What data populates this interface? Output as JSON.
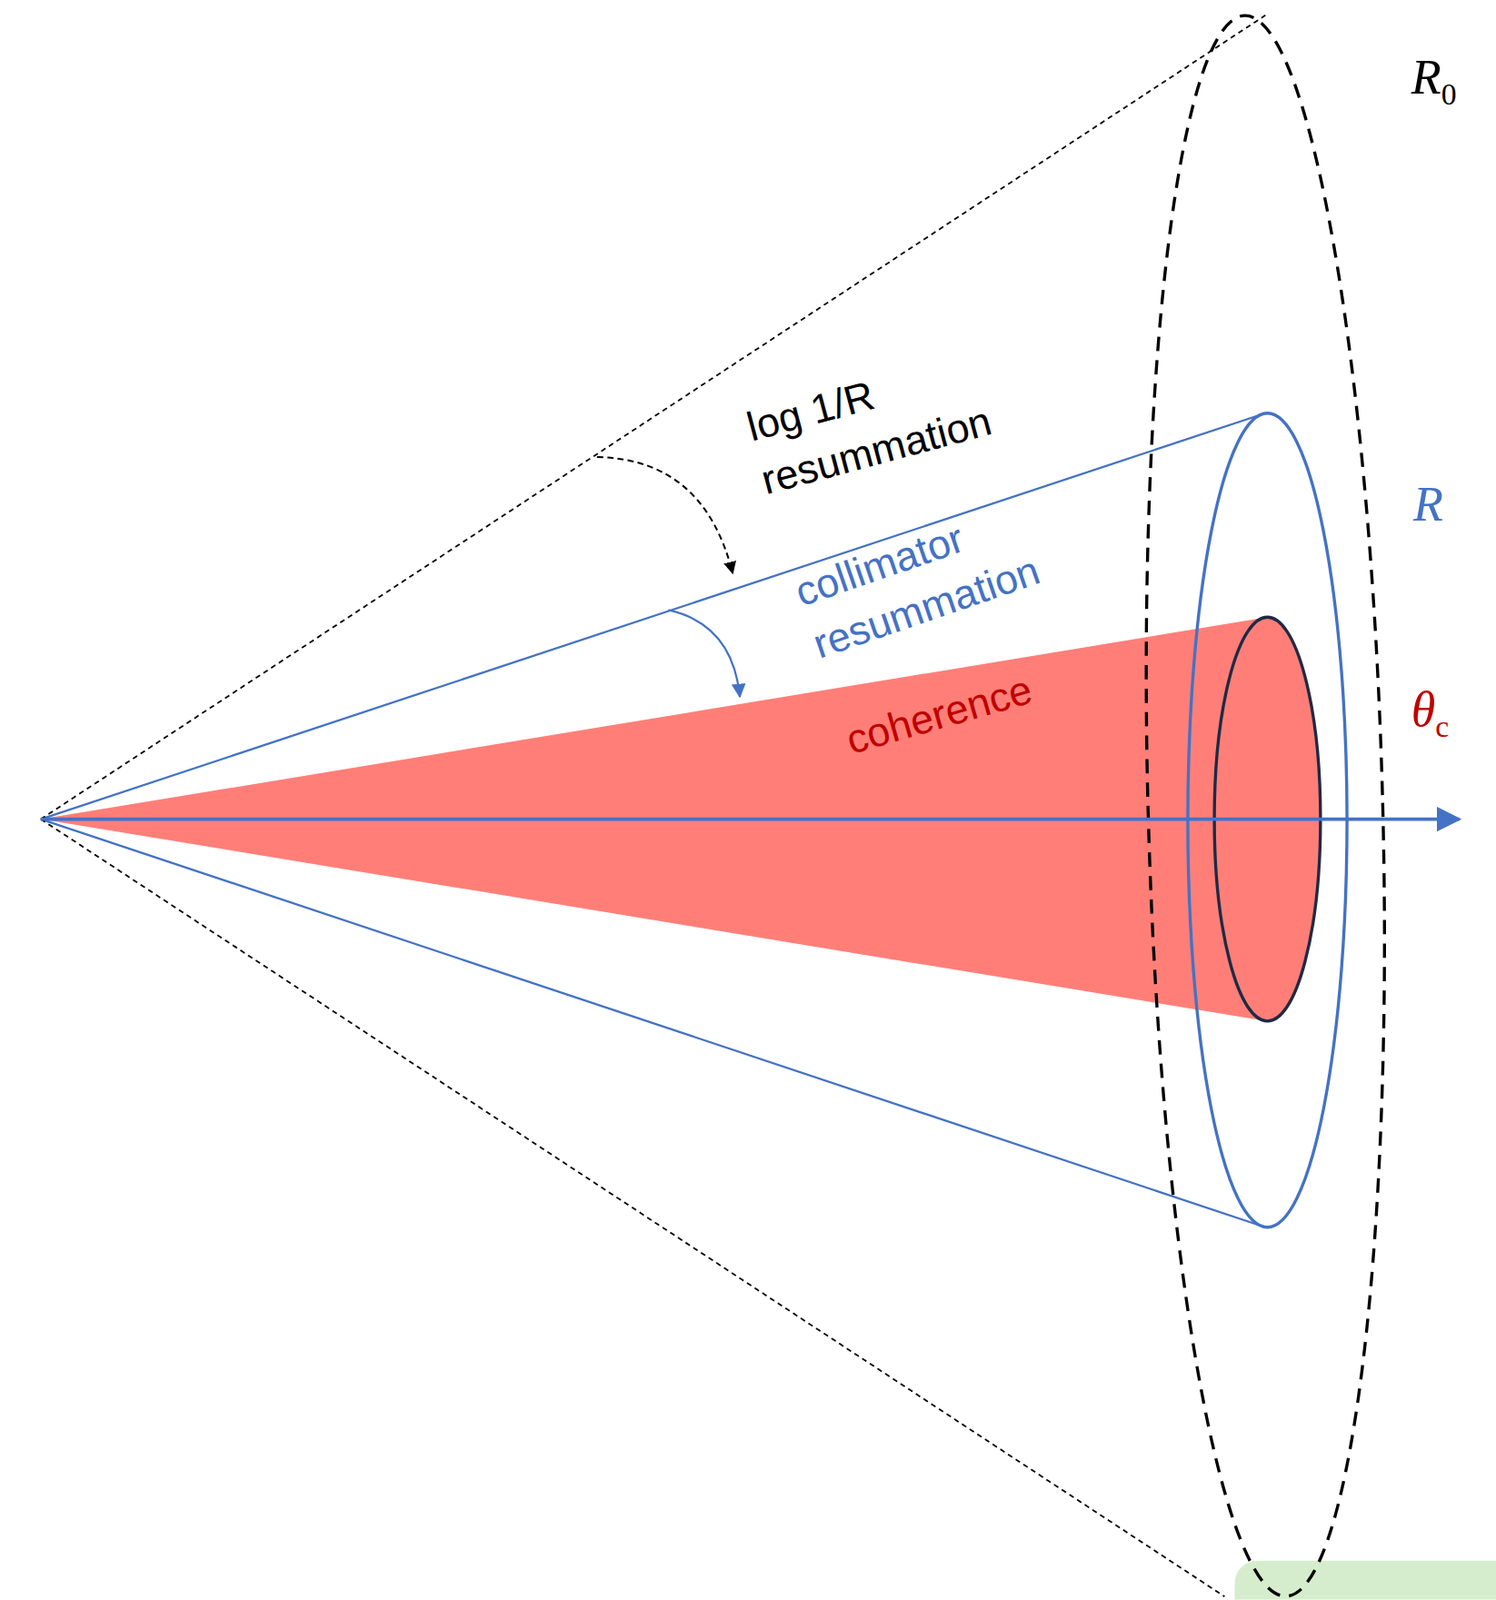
{
  "diagram": {
    "labels": [
      "R0",
      "R",
      "θc",
      "log 1/R resummation",
      "collimator resummation",
      "coherence"
    ]
  }
}
